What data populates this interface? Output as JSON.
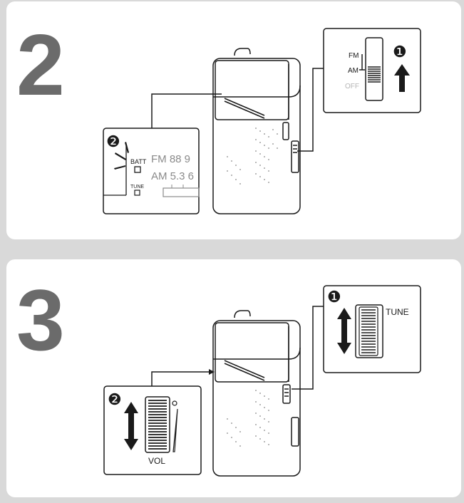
{
  "steps": [
    {
      "number": "2",
      "callouts": {
        "first": "❶",
        "second": "❷"
      },
      "band_labels": [
        "FM",
        "AM",
        "OFF"
      ],
      "display": {
        "batt_label": "BATT",
        "tune_label": "TUNE",
        "fm_text": "FM 88 9",
        "am_text": "AM 5.3 6"
      }
    },
    {
      "number": "3",
      "callouts": {
        "first": "❶",
        "second": "❷"
      },
      "tune_label": "TUNE",
      "vol_label": "VOL"
    }
  ],
  "colors": {
    "panel_bg": "#ffffff",
    "page_bg": "#d9d9d9",
    "step_number": "#6b6b6b",
    "line": "#1a1a1a"
  }
}
